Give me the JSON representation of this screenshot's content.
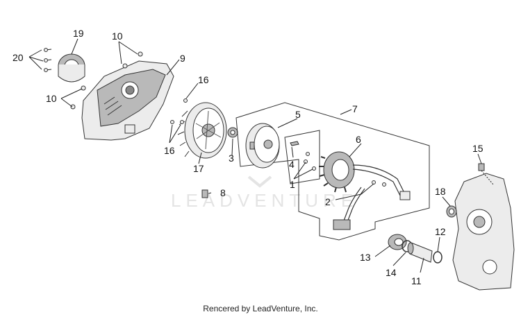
{
  "watermark": "LEADVENTURE",
  "footer": "Rencered by LeadVenture, Inc.",
  "callouts": {
    "p1": "1",
    "p2": "2",
    "p3": "3",
    "p4": "4",
    "p5": "5",
    "p6": "6",
    "p7": "7",
    "p8": "8",
    "p9": "9",
    "p10a": "10",
    "p10b": "10",
    "p11": "11",
    "p12": "12",
    "p13": "13",
    "p14": "14",
    "p15": "15",
    "p16a": "16",
    "p16b": "16",
    "p17": "17",
    "p18": "18",
    "p19": "19",
    "p20": "20"
  }
}
